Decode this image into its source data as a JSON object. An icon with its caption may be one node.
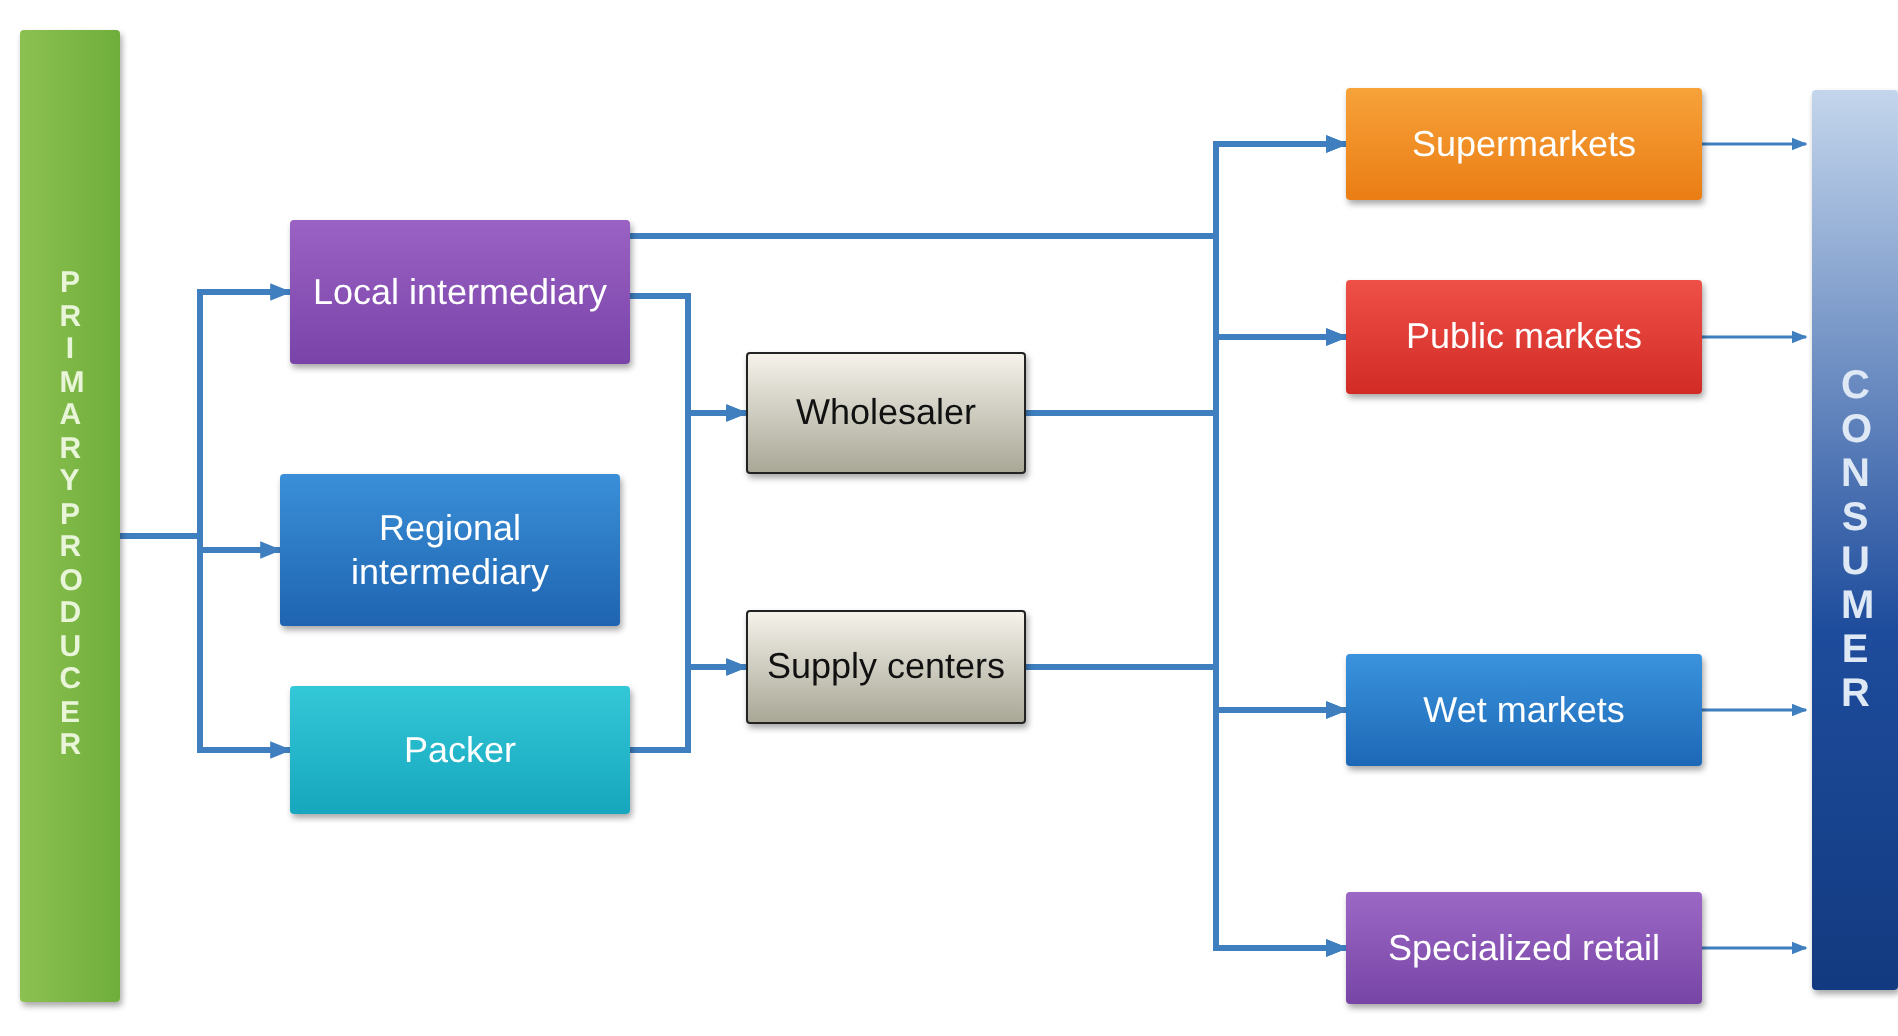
{
  "diagram": {
    "nodes": [
      {
        "text": [
          "PRIMARY PRODUCER"
        ]
      },
      {
        "text": [
          "Local intermediary"
        ]
      },
      {
        "text": [
          "Regional intermediary"
        ]
      },
      {
        "text": [
          "Packer"
        ]
      },
      {
        "text": [
          "Wholesaler"
        ]
      },
      {
        "text": [
          "Supply centers"
        ]
      },
      {
        "text": [
          "Supermarkets"
        ]
      },
      {
        "text": [
          "Public markets"
        ]
      },
      {
        "text": [
          "Wet markets"
        ]
      },
      {
        "text": [
          "Specialized retail"
        ]
      },
      {
        "text": [
          "CONSUMER"
        ]
      }
    ],
    "edges": [
      {
        "from": 0,
        "to": 1,
        "arrow": "to"
      },
      {
        "from": 0,
        "to": 2,
        "arrow": "to"
      },
      {
        "from": 0,
        "to": 3,
        "arrow": "to"
      },
      {
        "from": 1,
        "to": 4,
        "arrow": "to"
      },
      {
        "from": 1,
        "to": 5,
        "arrow": "to"
      },
      {
        "from": 3,
        "to": 4,
        "arrow": "to"
      },
      {
        "from": 3,
        "to": 5,
        "arrow": "to"
      },
      {
        "from": 1,
        "to": 6,
        "arrow": "to"
      },
      {
        "from": 1,
        "to": 7,
        "arrow": "to"
      },
      {
        "from": 1,
        "to": 8,
        "arrow": "to"
      },
      {
        "from": 1,
        "to": 9,
        "arrow": "to"
      },
      {
        "from": 4,
        "to": 6,
        "arrow": "to"
      },
      {
        "from": 4,
        "to": 7,
        "arrow": "to"
      },
      {
        "from": 4,
        "to": 8,
        "arrow": "to"
      },
      {
        "from": 4,
        "to": 9,
        "arrow": "to"
      },
      {
        "from": 5,
        "to": 6,
        "arrow": "to"
      },
      {
        "from": 5,
        "to": 7,
        "arrow": "to"
      },
      {
        "from": 5,
        "to": 8,
        "arrow": "to"
      },
      {
        "from": 5,
        "to": 9,
        "arrow": "to"
      },
      {
        "from": 6,
        "to": 10,
        "arrow": "to"
      },
      {
        "from": 7,
        "to": 10,
        "arrow": "to"
      },
      {
        "from": 8,
        "to": 10,
        "arrow": "to"
      },
      {
        "from": 9,
        "to": 10,
        "arrow": "to"
      }
    ]
  }
}
